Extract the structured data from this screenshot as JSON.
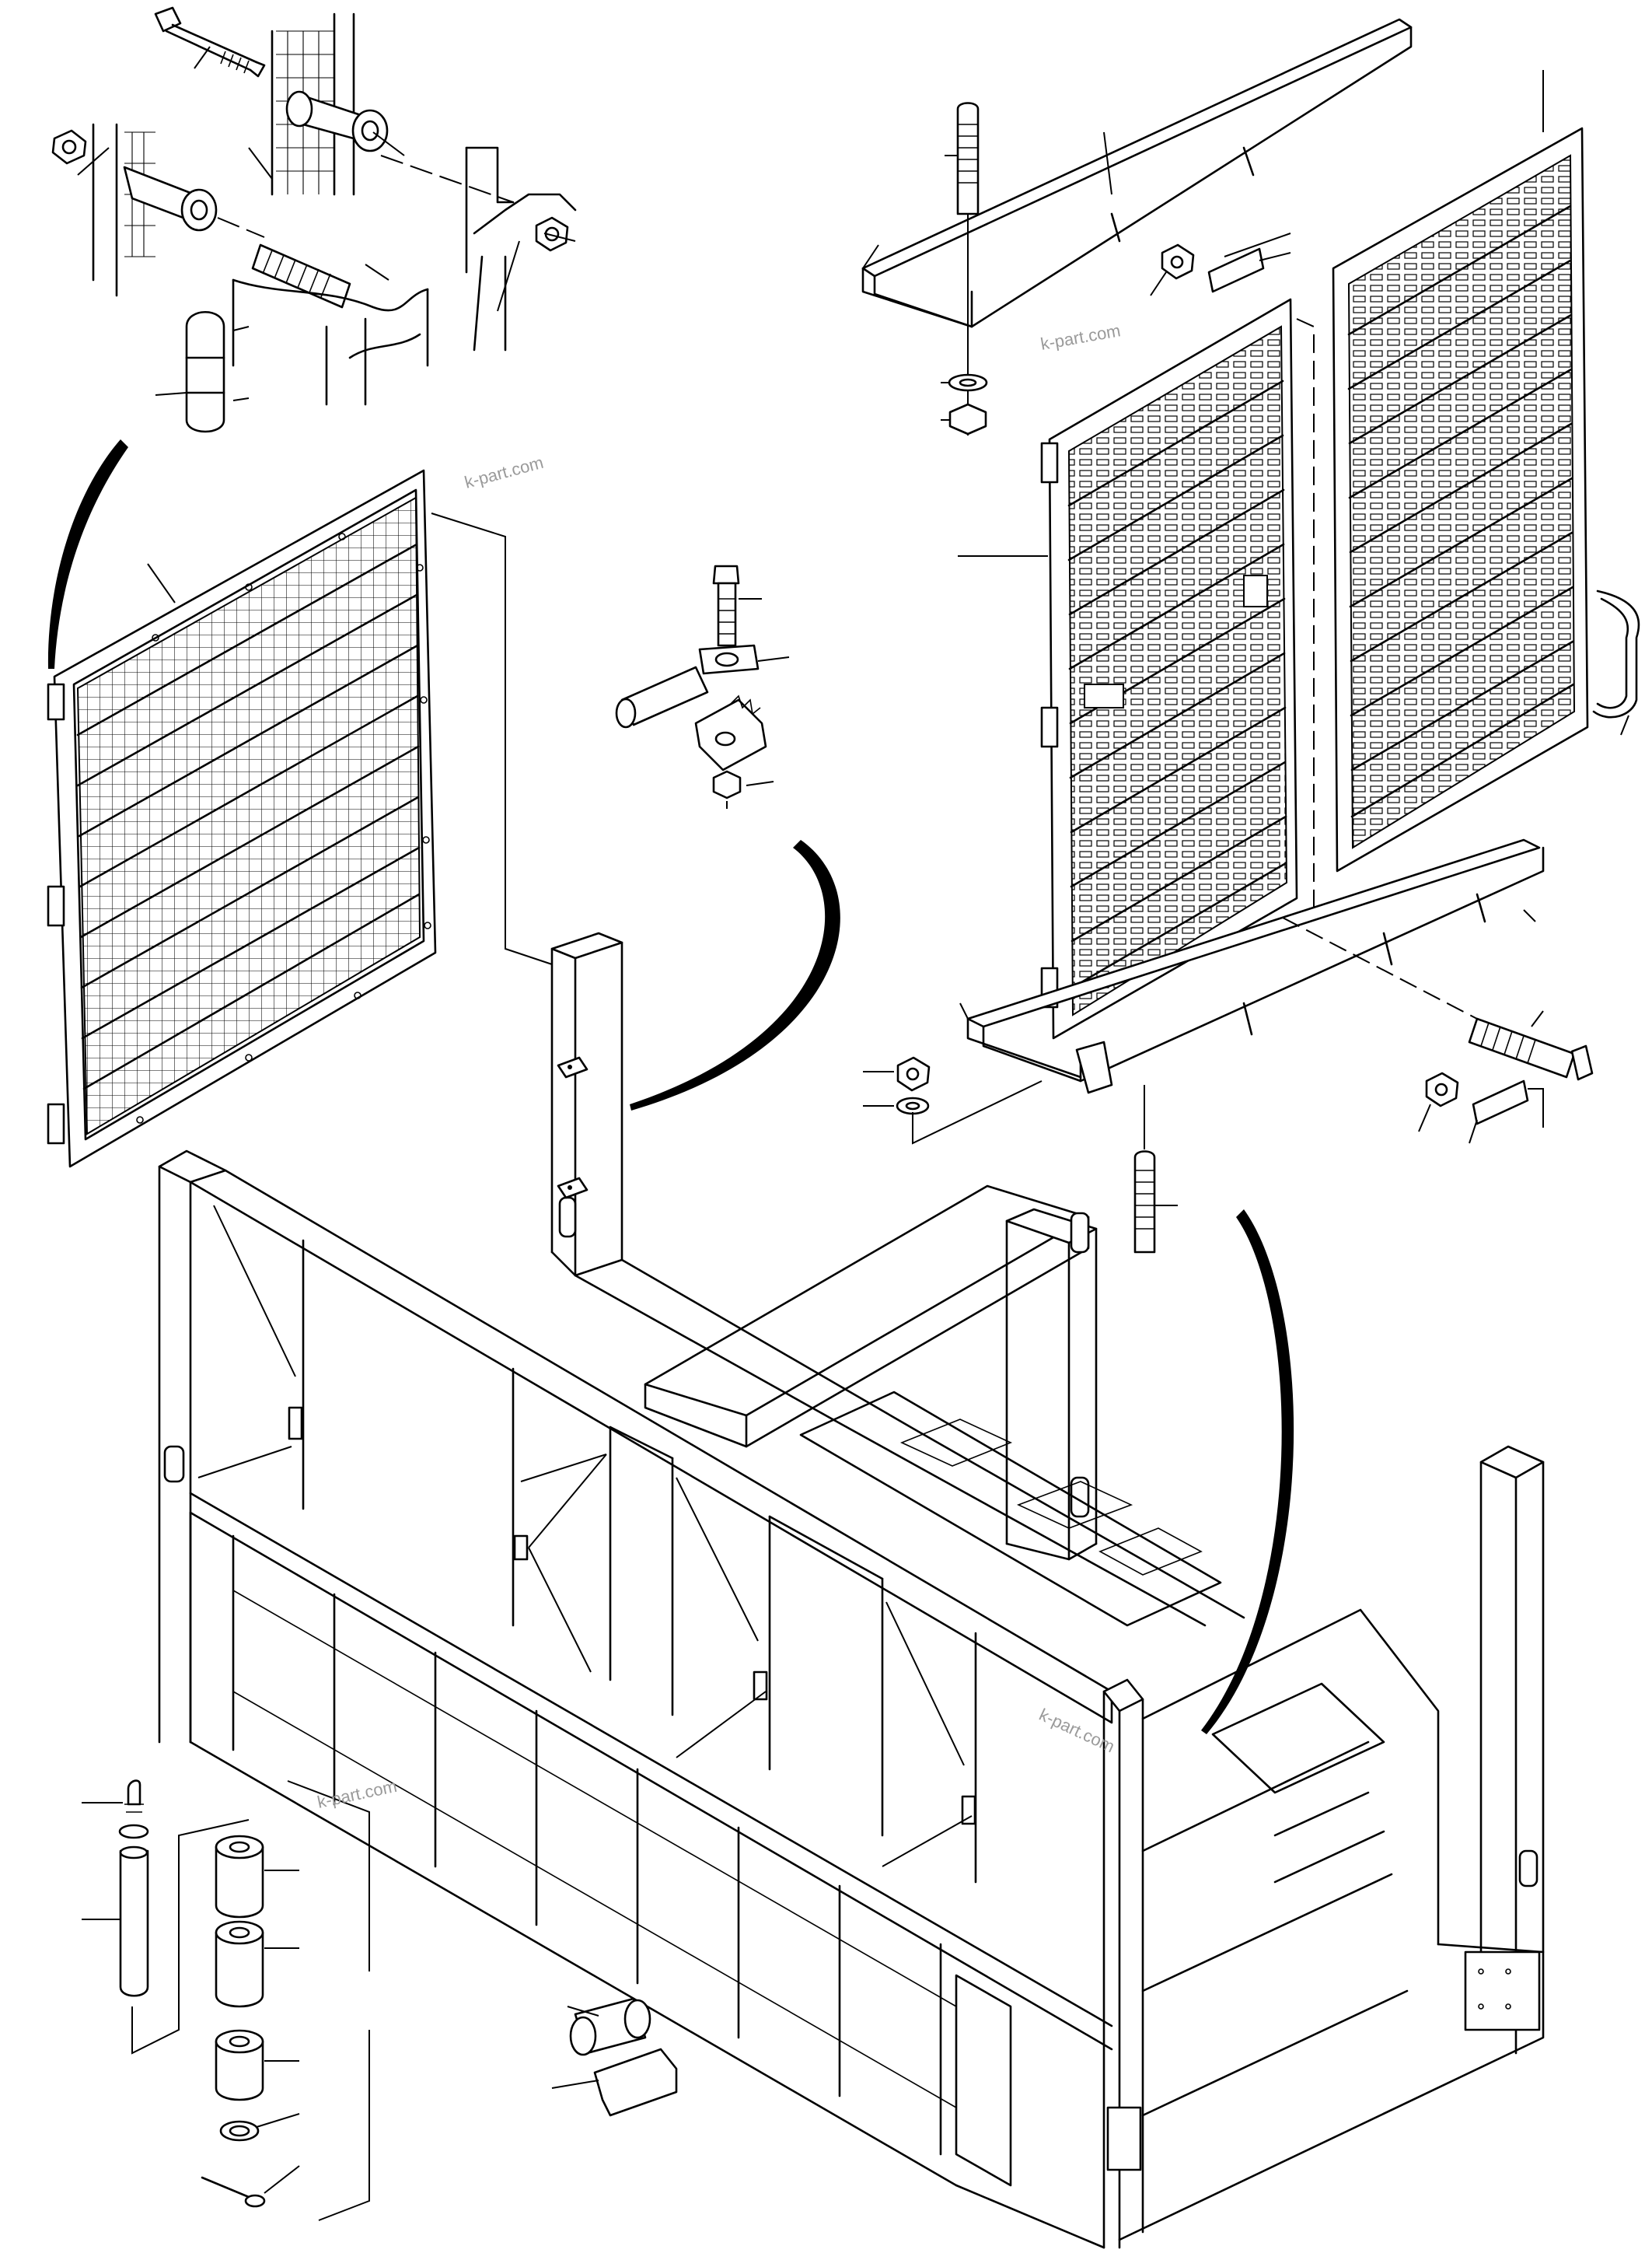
{
  "diagram": {
    "watermarks": [
      "k-part.com",
      "k-part.com",
      "k-part.com",
      "k-part.com"
    ]
  }
}
